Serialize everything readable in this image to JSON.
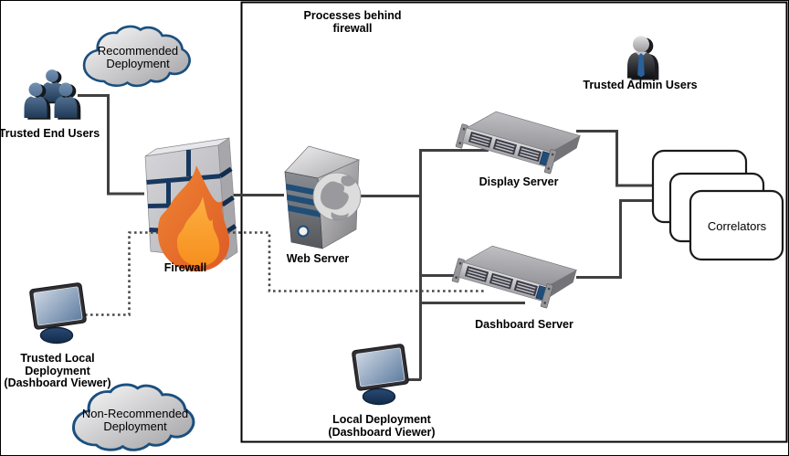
{
  "boundary": {
    "label": "Processes behind\nfirewall"
  },
  "nodes": {
    "recommended_cloud": {
      "label": "Recommended\nDeployment"
    },
    "trusted_end_users": {
      "label": "Trusted End Users"
    },
    "firewall": {
      "label": "Firewall"
    },
    "web_server": {
      "label": "Web Server"
    },
    "display_server": {
      "label": "Display Server"
    },
    "dashboard_server": {
      "label": "Dashboard Server"
    },
    "trusted_admin_users": {
      "label": "Trusted Admin Users"
    },
    "correlators": {
      "label": "Correlators"
    },
    "trusted_local_deployment": {
      "label": "Trusted Local\nDeployment\n(Dashboard Viewer)"
    },
    "non_recommended_cloud": {
      "label": "Non-Recommended\nDeployment"
    },
    "local_deployment": {
      "label": "Local Deployment\n(Dashboard Viewer)"
    }
  },
  "colors": {
    "line_color": "#404040",
    "boundary_border": "#000000",
    "cloud_border": "#1b4f7e",
    "accent_navy": "#1f4e79",
    "mortar_navy": "#17375e",
    "flame_outer": "#e0602a",
    "flame_inner": "#f9a23c",
    "user_blue": "#2e4d6e"
  }
}
